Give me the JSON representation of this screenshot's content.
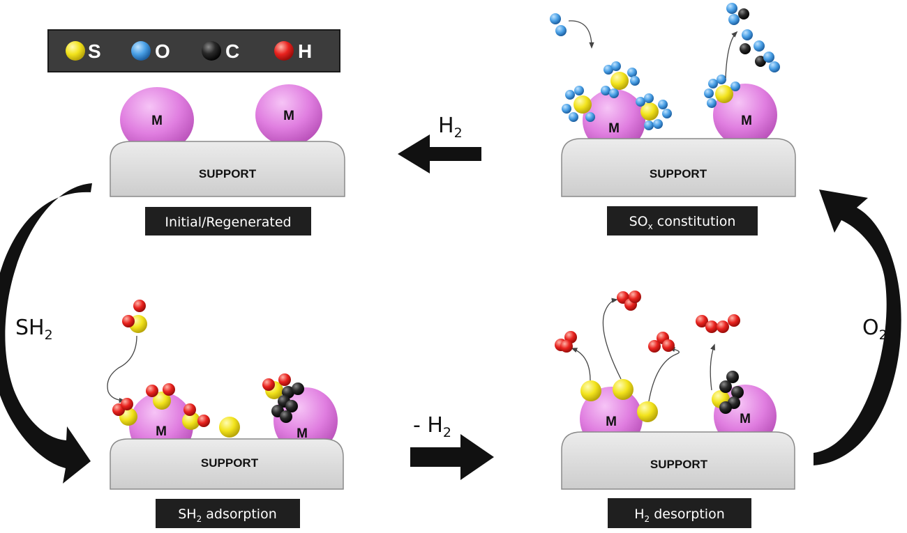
{
  "legend": {
    "items": [
      {
        "letter": "S",
        "color": "#f2e31c",
        "name": "sulfur-atom-icon"
      },
      {
        "letter": "O",
        "color": "#4aa0e6",
        "name": "oxygen-atom-icon"
      },
      {
        "letter": "C",
        "color": "#1e1e1e",
        "name": "carbon-atom-icon"
      },
      {
        "letter": "H",
        "color": "#e8221e",
        "name": "hydrogen-atom-icon"
      }
    ]
  },
  "support_label": "SUPPORT",
  "metal_label": "M",
  "captions": {
    "initial": "Initial/Regenerated",
    "sox_main": "SO",
    "sox_sub": "x",
    "sox_rest": " constitution",
    "sh2_main": "SH",
    "sh2_sub": "2",
    "sh2_rest": " adsorption",
    "h2_main": "H",
    "h2_sub": "2",
    "h2_rest": " desorption"
  },
  "steps": {
    "h2": {
      "main": "H",
      "sub": "2"
    },
    "sh2": {
      "main": "SH",
      "sub": "2"
    },
    "minus_h2": {
      "main": "- H",
      "sub": "2"
    },
    "o2": {
      "main": "O",
      "sub": "2"
    }
  },
  "colors": {
    "sulfur": "#f2e31c",
    "oxygen": "#4aa0e6",
    "carbon": "#1e1e1e",
    "hydrogen": "#e8221e",
    "metal": "#e07ee0",
    "support": "#d7d7d7",
    "caption_bg": "#1f1f1f",
    "legend_bg": "#3c3c3c"
  }
}
